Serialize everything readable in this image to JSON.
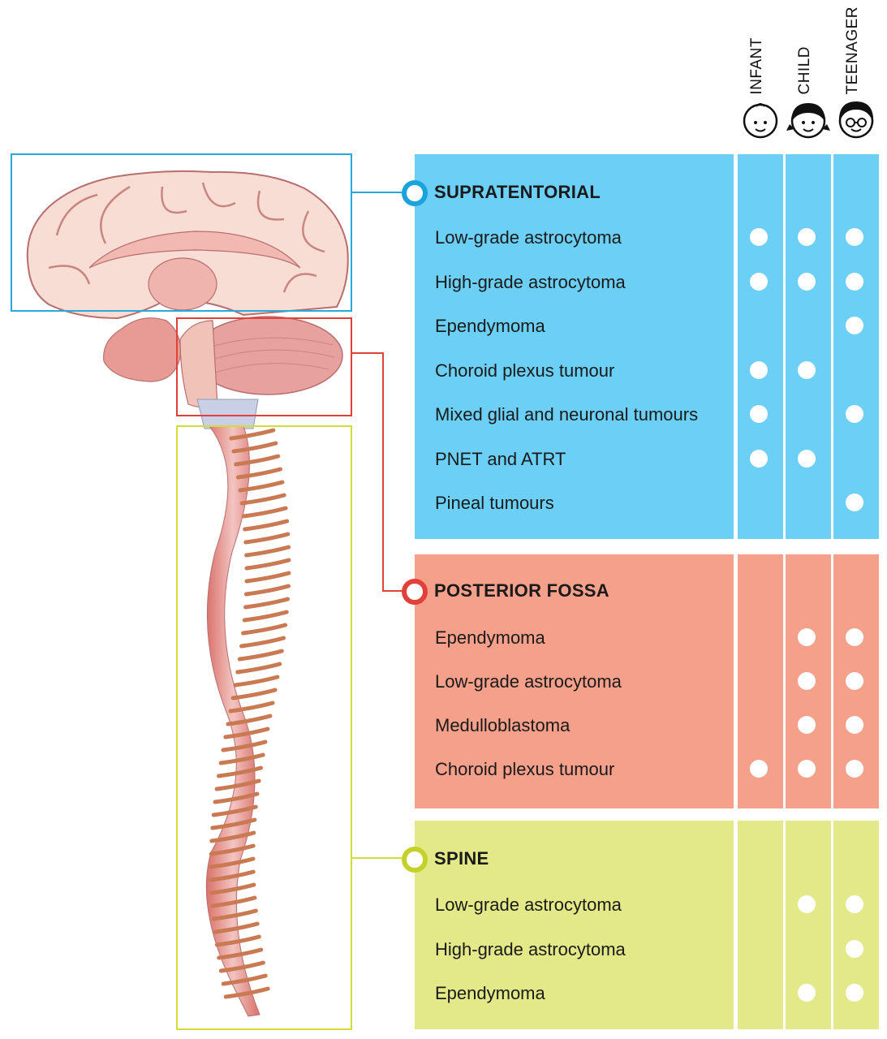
{
  "age_groups": [
    {
      "label": "INFANT",
      "icon": "infant-face-icon"
    },
    {
      "label": "CHILD",
      "icon": "child-face-icon"
    },
    {
      "label": "TEENAGER",
      "icon": "teenager-face-icon"
    }
  ],
  "regions": [
    {
      "key": "supratentorial",
      "title": "SUPRATENTORIAL",
      "color": "#6ccff6",
      "marker_color": "#1aa3dd",
      "box_color": "#29a8dc",
      "tumours": [
        {
          "name": "Low-grade astrocytoma",
          "ages": [
            true,
            true,
            true
          ]
        },
        {
          "name": "High-grade astrocytoma",
          "ages": [
            true,
            true,
            true
          ]
        },
        {
          "name": "Ependymoma",
          "ages": [
            false,
            false,
            true
          ]
        },
        {
          "name": "Choroid plexus tumour",
          "ages": [
            true,
            true,
            false
          ]
        },
        {
          "name": "Mixed glial and neuronal tumours",
          "ages": [
            true,
            false,
            true
          ]
        },
        {
          "name": "PNET and ATRT",
          "ages": [
            true,
            true,
            false
          ]
        },
        {
          "name": "Pineal tumours",
          "ages": [
            false,
            false,
            true
          ]
        }
      ]
    },
    {
      "key": "posterior-fossa",
      "title": "POSTERIOR FOSSA",
      "color": "#f5a08a",
      "marker_color": "#e2403a",
      "box_color": "#e2403a",
      "tumours": [
        {
          "name": "Ependymoma",
          "ages": [
            false,
            true,
            true
          ]
        },
        {
          "name": "Low-grade astrocytoma",
          "ages": [
            false,
            true,
            true
          ]
        },
        {
          "name": "Medulloblastoma",
          "ages": [
            false,
            true,
            true
          ]
        },
        {
          "name": "Choroid plexus tumour",
          "ages": [
            true,
            true,
            true
          ]
        }
      ]
    },
    {
      "key": "spine",
      "title": "SPINE",
      "color": "#e3e988",
      "marker_color": "#c5d12a",
      "box_color": "#d4dc3c",
      "tumours": [
        {
          "name": "Low-grade astrocytoma",
          "ages": [
            false,
            true,
            true
          ]
        },
        {
          "name": "High-grade astrocytoma",
          "ages": [
            false,
            false,
            true
          ]
        },
        {
          "name": "Ependymoma",
          "ages": [
            false,
            true,
            true
          ]
        }
      ]
    }
  ]
}
